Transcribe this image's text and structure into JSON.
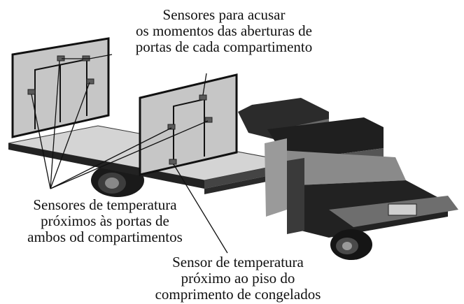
{
  "labels": {
    "door_sensors": {
      "line1": "Sensores para acusar",
      "line2": "os momentos das aberturas de",
      "line3": "portas de cada compartimento"
    },
    "door_temperature_sensors": {
      "line1": "Sensores de temperatura",
      "line2": "próximos às portas de",
      "line3": "ambos od compartimentos"
    },
    "floor_temperature_sensor": {
      "line1": "Sensor de temperatura",
      "line2": "próximo ao piso do",
      "line3": "comprimento de congelados"
    }
  },
  "colors": {
    "truck_dark": "#1c1c1c",
    "truck_mid": "#555555",
    "truck_light": "#8a8a8a",
    "panel": "#c6c6c6",
    "platform": "#d4d4d4",
    "sensor": "#5a5a5a",
    "leader_line": "#111111"
  }
}
